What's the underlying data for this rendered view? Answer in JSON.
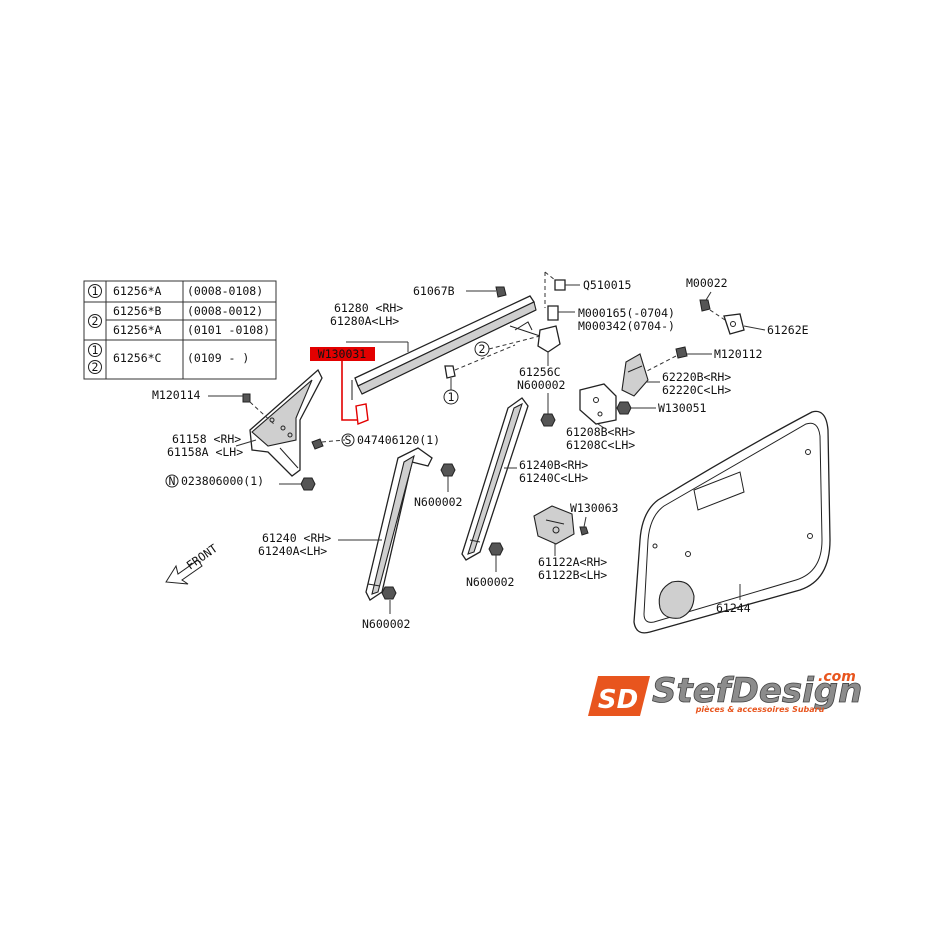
{
  "table": {
    "rows": [
      {
        "markers": [
          "1"
        ],
        "parts": [
          "61256*A"
        ],
        "dates": [
          "(0008-0108)"
        ]
      },
      {
        "markers": [
          "2"
        ],
        "parts": [
          "61256*B",
          "61256*A"
        ],
        "dates": [
          "(0008-0012)",
          "(0101 -0108)"
        ]
      },
      {
        "markers": [
          "1",
          "2"
        ],
        "parts": [
          "61256*C"
        ],
        "dates": [
          "(0109 -    )"
        ]
      }
    ]
  },
  "labels": {
    "m120114": "M120114",
    "p61158": "61158 <RH>",
    "p61158a": "61158A <LH>",
    "s047406120": "047406120(1)",
    "s_marker": "S",
    "n023806000": "023806000(1)",
    "n_marker": "N",
    "p61067b": "61067B",
    "p61280": "61280 <RH>",
    "p61280a": "61280A<LH>",
    "w130031": "W130031",
    "q510015": "Q510015",
    "m000165": "M000165(-0704)",
    "m000342": "M000342(0704-)",
    "m00022": "M00022",
    "p61262e": "61262E",
    "m120112": "M120112",
    "p62220b": "62220B<RH>",
    "p62220c": "62220C<LH>",
    "circle2": "2",
    "circle1": "1",
    "p61256c": "61256C",
    "n600002_a": "N600002",
    "p61208b": "61208B<RH>",
    "p61208c": "61208C<LH>",
    "w130051": "W130051",
    "p61240b": "61240B<RH>",
    "p61240c": "61240C<LH>",
    "n600002_b": "N600002",
    "p61240": "61240  <RH>",
    "p61240a": "61240A<LH>",
    "front": "FRONT",
    "w130063": "W130063",
    "n600002_c": "N600002",
    "p61122a": "61122A<RH>",
    "p61122b": "61122B<LH>",
    "n600002_d": "N600002",
    "p61244": "61244"
  },
  "logo": {
    "initials": "SD",
    "name": "StefDesign",
    "tld": ".com",
    "tagline": "pièces & accessoires Subaru"
  },
  "colors": {
    "highlight": "#e30000",
    "logo_orange": "#e8551e",
    "logo_grey": "#8c8c8c"
  }
}
